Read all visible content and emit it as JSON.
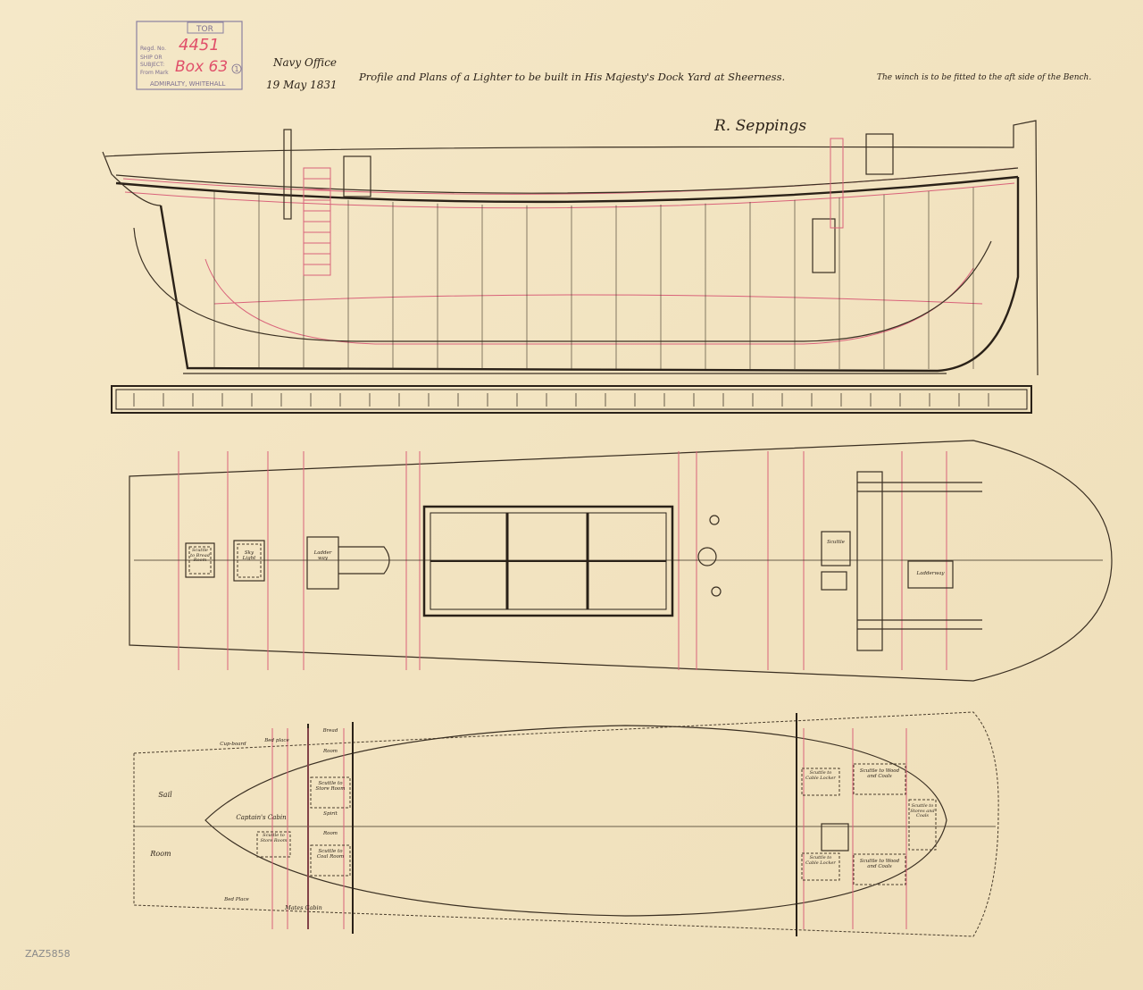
{
  "stamp": {
    "header": "TOR",
    "regd_no_label": "Regd. No.",
    "regd_no": "4451",
    "ship_label": "SHIP OR",
    "subject_label": "SUBJECT:",
    "from_label": "From Mark",
    "box": "Box 63",
    "box_suffix": "1",
    "office": "ADMIRALTY, WHITEHALL"
  },
  "header": {
    "office_line1": "Navy Office",
    "office_line2": "19 May 1831",
    "title": "Profile and Plans of a Lighter to be built in His Majesty's Dock Yard at Sheerness.",
    "note": "The winch is to be fitted to the aft side of the Bench.",
    "signature": "R. Seppings"
  },
  "deck_plan": {
    "labels": [
      "Scuttle to Bread Room",
      "Sky Light",
      "Ladder way",
      "Scuttle",
      "Ladderway"
    ]
  },
  "hold_plan": {
    "labels": {
      "sail": "Sail",
      "room": "Room",
      "cupboard": "Cup-board",
      "bed_place_top": "Bed place",
      "bread": "Bread",
      "bread_room": "Room",
      "scuttle_store": "Scuttle to Store Room",
      "captains_cabin": "Captain's Cabin",
      "scuttle_store2": "Scuttle to Store Room",
      "spirit": "Spirit",
      "spirit_room": "Room",
      "scuttle_coal": "Scuttle to Coal Room",
      "bed_place_bottom": "Bed Place",
      "mates_cabin": "Mates Cabin",
      "scuttle_cable_top": "Scuttle to Cable Locker",
      "scuttle_coal_top": "Scuttle to Wood and Coals",
      "scuttle_fore": "Scuttle to Stores and Coals",
      "scuttle_cable_bottom": "Scuttle to Cable Locker",
      "scuttle_coal_bottom": "Scuttle to Wood and Coals"
    }
  },
  "catalogue_ref": "ZAZ5858"
}
